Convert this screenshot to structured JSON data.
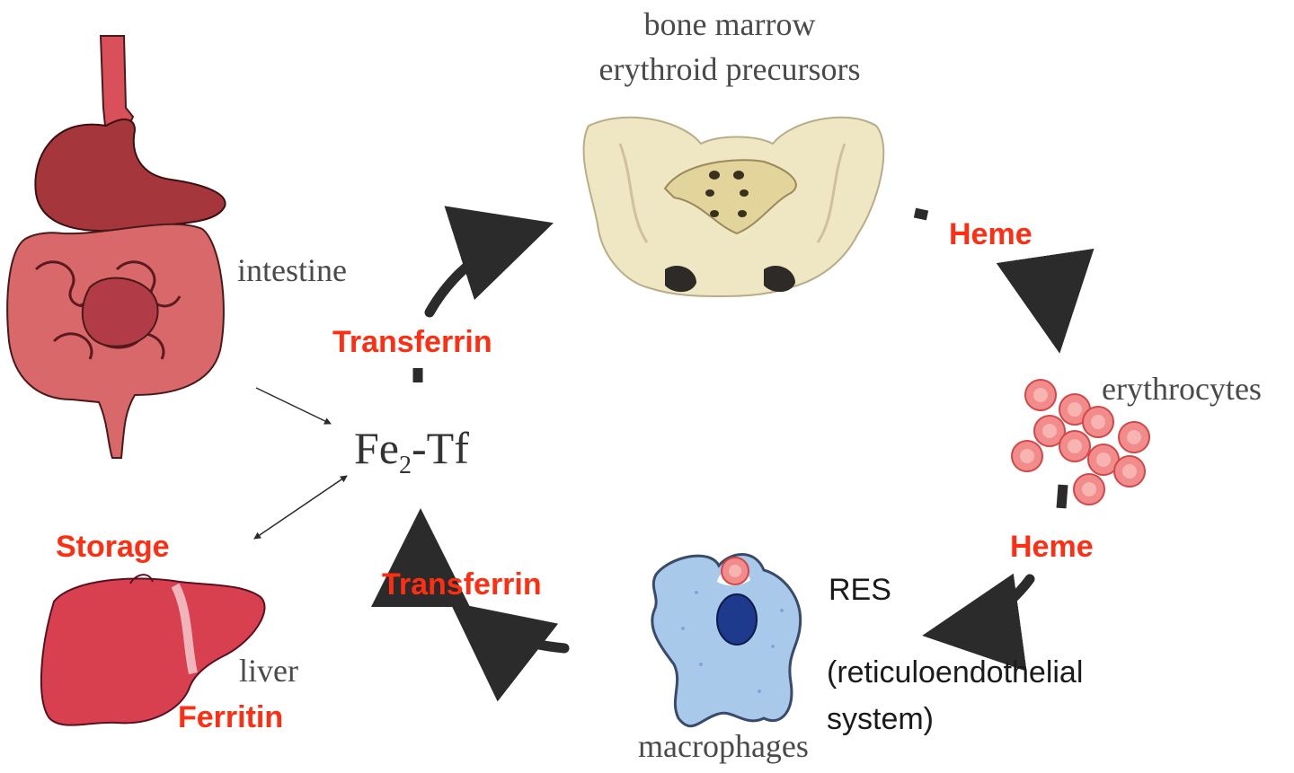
{
  "labels": {
    "bone_marrow_line1": "bone marrow",
    "bone_marrow_line2": "erythroid precursors",
    "intestine": "intestine",
    "transferrin_top": "Transferrin",
    "fe2_tf_main": "Fe",
    "fe2_tf_sub": "2",
    "fe2_tf_rest": "-Tf",
    "storage": "Storage",
    "liver": "liver",
    "ferritin": "Ferritin",
    "transferrin_bottom": "Transferrin",
    "heme_top": "Heme",
    "erythrocytes": "erythrocytes",
    "heme_bottom": "Heme",
    "res": "RES",
    "reticuloendothelial_line1": "(reticuloendothelial",
    "reticuloendothelial_line2": "system)",
    "macrophages": "macrophages"
  },
  "colors": {
    "accent_red": "#ff2e12",
    "arrow": "#2b2b2b",
    "intestine": "#d9686a",
    "stomach": "#a5363c",
    "liver": "#d9404f",
    "bone": "#efe6c4",
    "erythrocyte": "#f28b8b",
    "macrophage": "#a9c9ea",
    "nucleus": "#1d3a8c"
  },
  "icons": [
    "digestive-tract-illustration",
    "pelvis-bone-illustration",
    "erythrocytes-illustration",
    "macrophage-illustration",
    "liver-illustration"
  ]
}
